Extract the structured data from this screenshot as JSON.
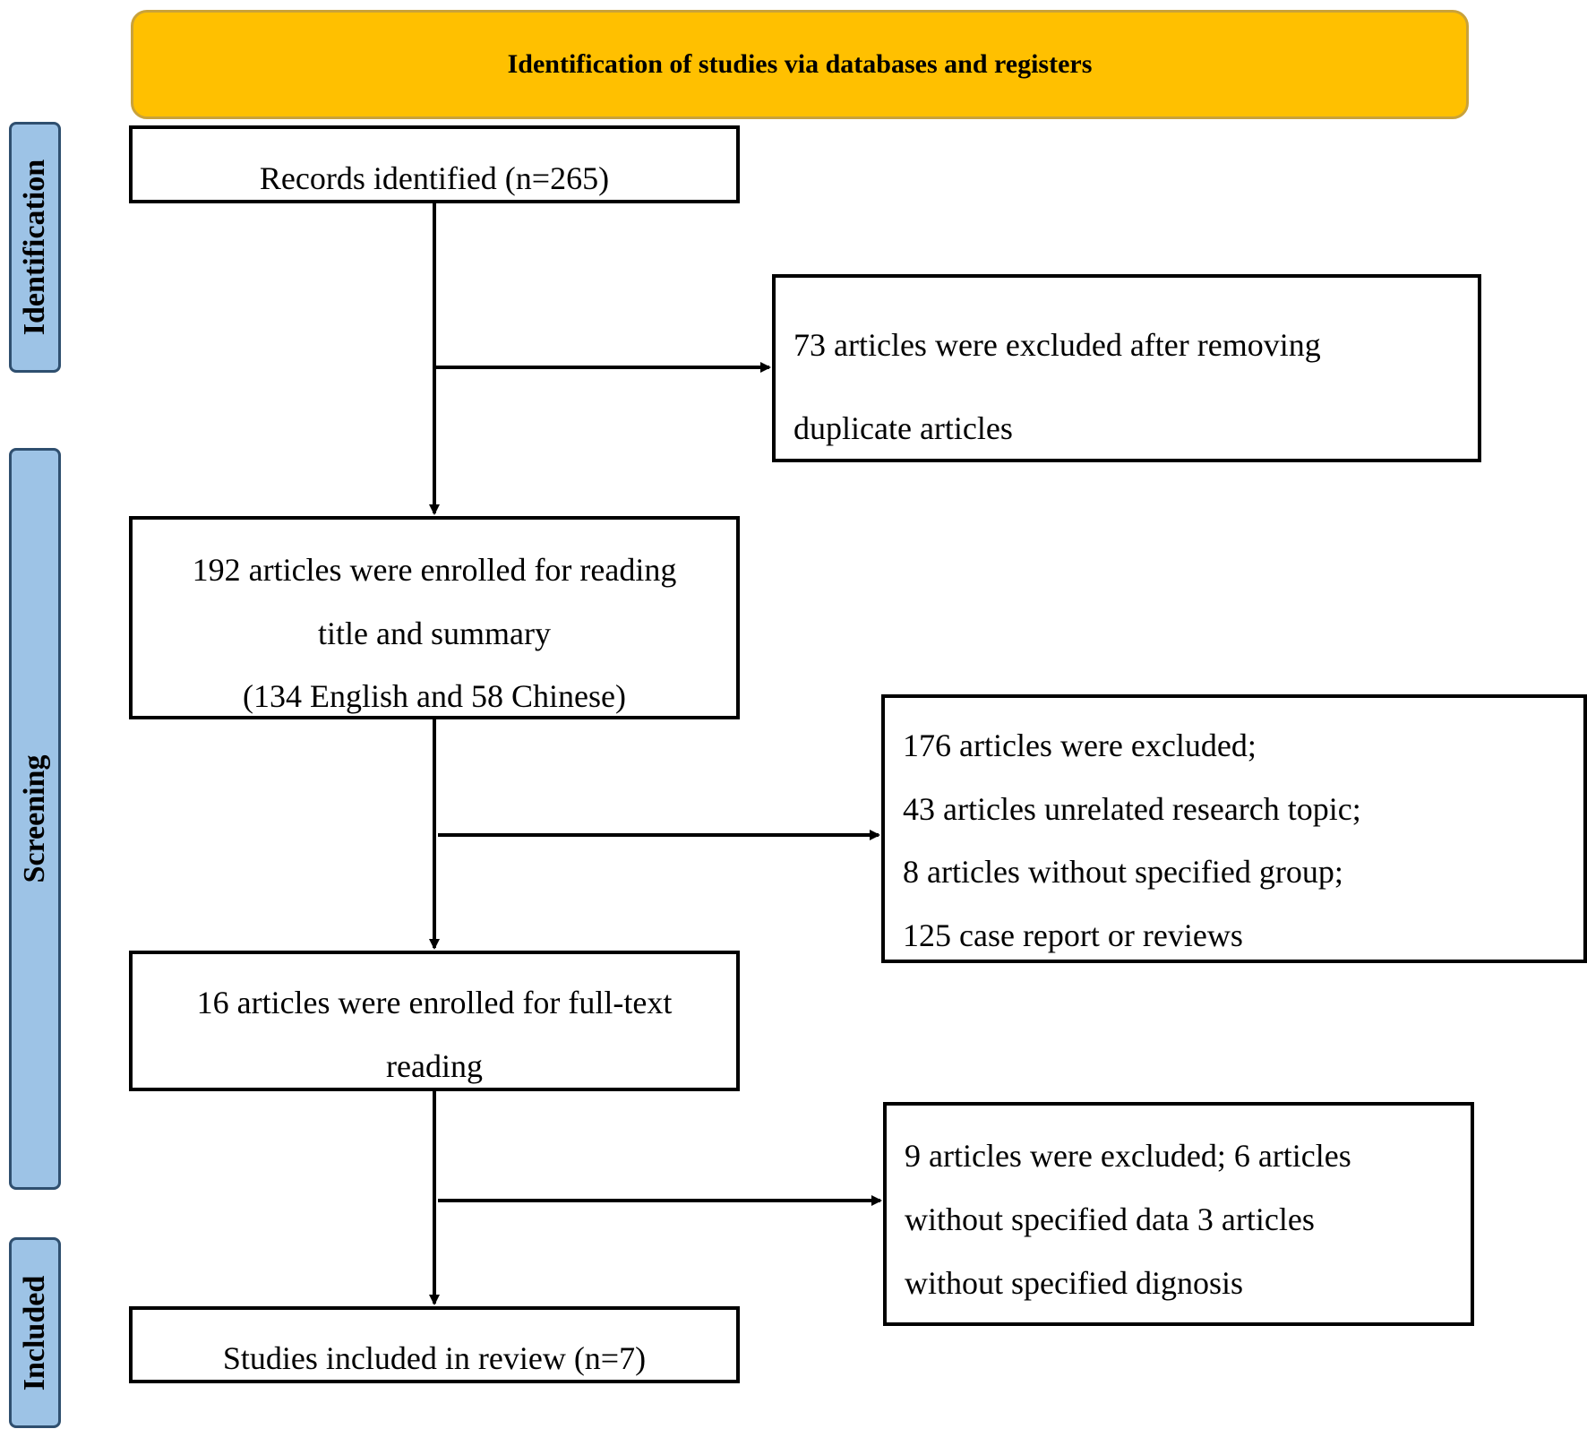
{
  "header": {
    "title": "Identification of studies via databases and registers"
  },
  "phases": {
    "identification": "Identification",
    "screening": "Screening",
    "included": "Included"
  },
  "boxes": {
    "records": {
      "lines": [
        "Records identified  (n=265)"
      ]
    },
    "duplicates_excluded": {
      "lines": [
        "73 articles were excluded after removing",
        "duplicate articles"
      ]
    },
    "title_summary": {
      "lines": [
        "192 articles were enrolled for reading",
        "title and summary",
        "(134 English and 58 Chinese)"
      ]
    },
    "excluded_176": {
      "lines": [
        "176 articles were excluded;",
        "43 articles unrelated research topic;",
        "8 articles without specified group;",
        "125 case report or reviews"
      ]
    },
    "full_text": {
      "lines": [
        "16 articles were enrolled for full-text",
        "reading"
      ]
    },
    "excluded_9": {
      "lines": [
        "9 articles were excluded; 6 articles",
        "without specified data 3 articles",
        "without specified dignosis"
      ]
    },
    "included_studies": {
      "lines": [
        "Studies included in review (n=7)"
      ]
    }
  },
  "colors": {
    "banner_fill": "#ffc000",
    "phase_fill": "#9dc3e6",
    "stroke": "#000000"
  }
}
